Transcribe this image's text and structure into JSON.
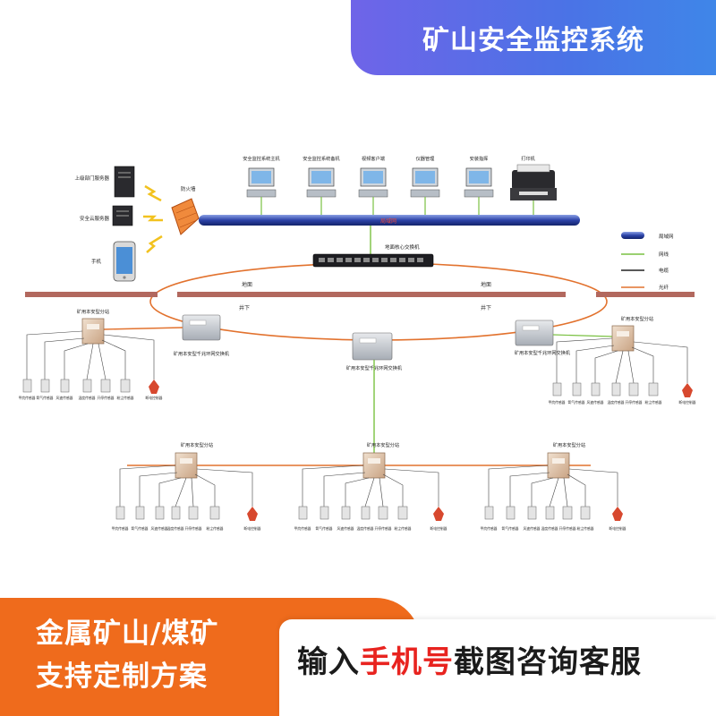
{
  "title": "矿山安全监控系统",
  "top": {
    "servers": [
      "上级部门服务器",
      "安全云服务器",
      "手机"
    ],
    "firewall": "防火墙",
    "computers": [
      "安全监控系统主机",
      "安全监控系统备机",
      "视频客户端",
      "仪器管理",
      "安装指挥"
    ],
    "printer": "打印机",
    "bus_label": "局域网",
    "core_switch": "地面核心交换机"
  },
  "legend": [
    "局域网",
    "网线",
    "电缆",
    "光纤"
  ],
  "ground": {
    "above": "地面",
    "below": "井下"
  },
  "ring_switch": "矿用本安型千兆环网交换机",
  "substation": "矿用本安型分站",
  "sensors": [
    "甲烷传感器",
    "氧气传感器",
    "风速传感器",
    "温度传感器",
    "开停传感器",
    "粉尘传感器",
    "断电控制器"
  ],
  "colors": {
    "bus": "#2c43a8",
    "fiber": "#e2722e",
    "network": "#7ac142",
    "ground_strip": "#b2685e",
    "banner_start": "#6f64e8",
    "banner_end": "#3f86e8",
    "promo_bg": "#ef6b1c",
    "highlight": "#e8231f"
  },
  "promo": {
    "line1": "金属矿山/煤矿",
    "line2": "支持定制方案"
  },
  "consult": {
    "before": "输入",
    "highlight": "手机号",
    "after": "截图咨询客服"
  }
}
